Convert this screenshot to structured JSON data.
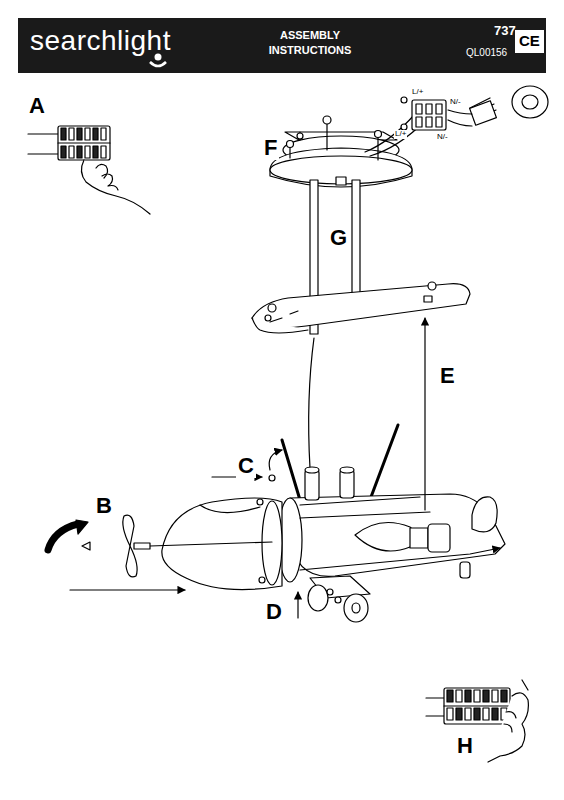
{
  "diagram": {
    "title": "ASSEMBLY INSTRUCTIONS",
    "labels": [
      "searchlight",
      "737",
      "QL00156",
      "CE",
      "A",
      "L/+",
      "N/-",
      "L/+",
      "N/-",
      "F",
      "G",
      "E",
      "C",
      "B",
      "D",
      "H"
    ]
  }
}
